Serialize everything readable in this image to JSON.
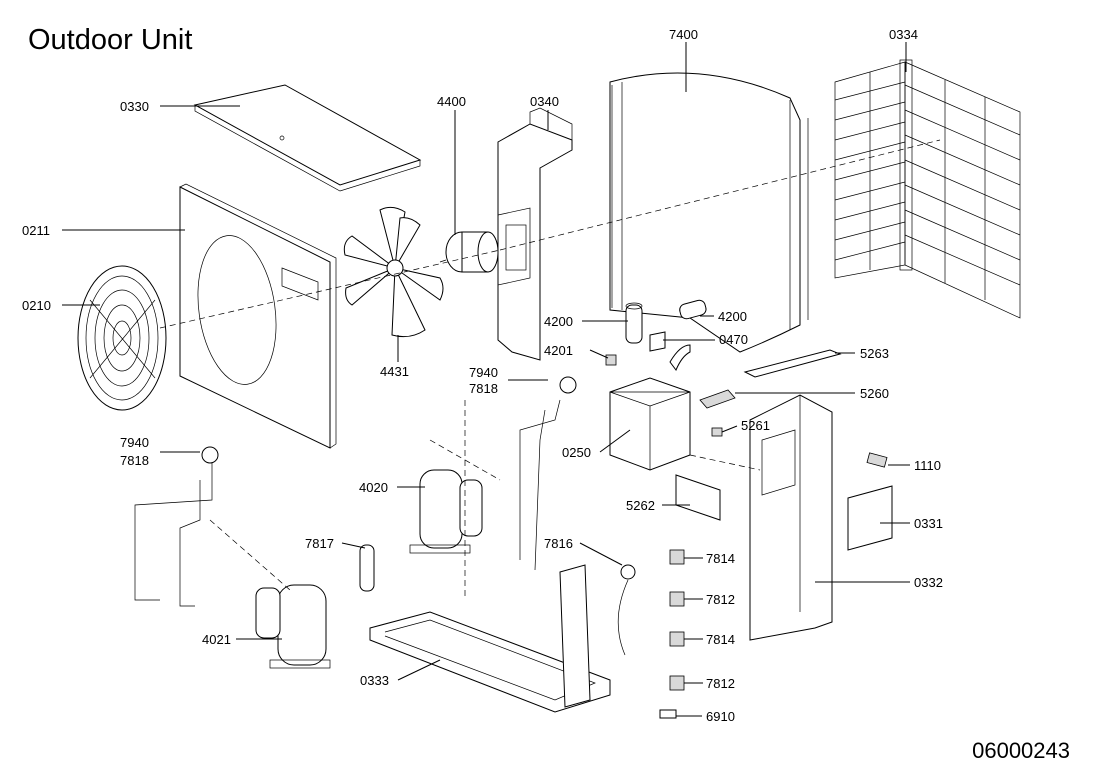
{
  "title": "Outdoor Unit",
  "doc_number": "06000243",
  "callouts": {
    "c0330": "0330",
    "c0211": "0211",
    "c0210": "0210",
    "c4400": "4400",
    "c0340": "0340",
    "c4431": "4431",
    "c7400": "7400",
    "c0334": "0334",
    "c4200a": "4200",
    "c4200b": "4200",
    "c4201": "4201",
    "c0470": "0470",
    "c5263": "5263",
    "c7940a": "7940",
    "c7818a": "7818",
    "c5260": "5260",
    "c5261": "5261",
    "c0250": "0250",
    "c1110": "1110",
    "c7940b": "7940",
    "c7818b": "7818",
    "c4020": "4020",
    "c5262": "5262",
    "c0331": "0331",
    "c7817": "7817",
    "c7816": "7816",
    "c7814a": "7814",
    "c0332": "0332",
    "c7812a": "7812",
    "c4021": "4021",
    "c7814b": "7814",
    "c0333": "0333",
    "c7812b": "7812",
    "c6910": "6910"
  }
}
